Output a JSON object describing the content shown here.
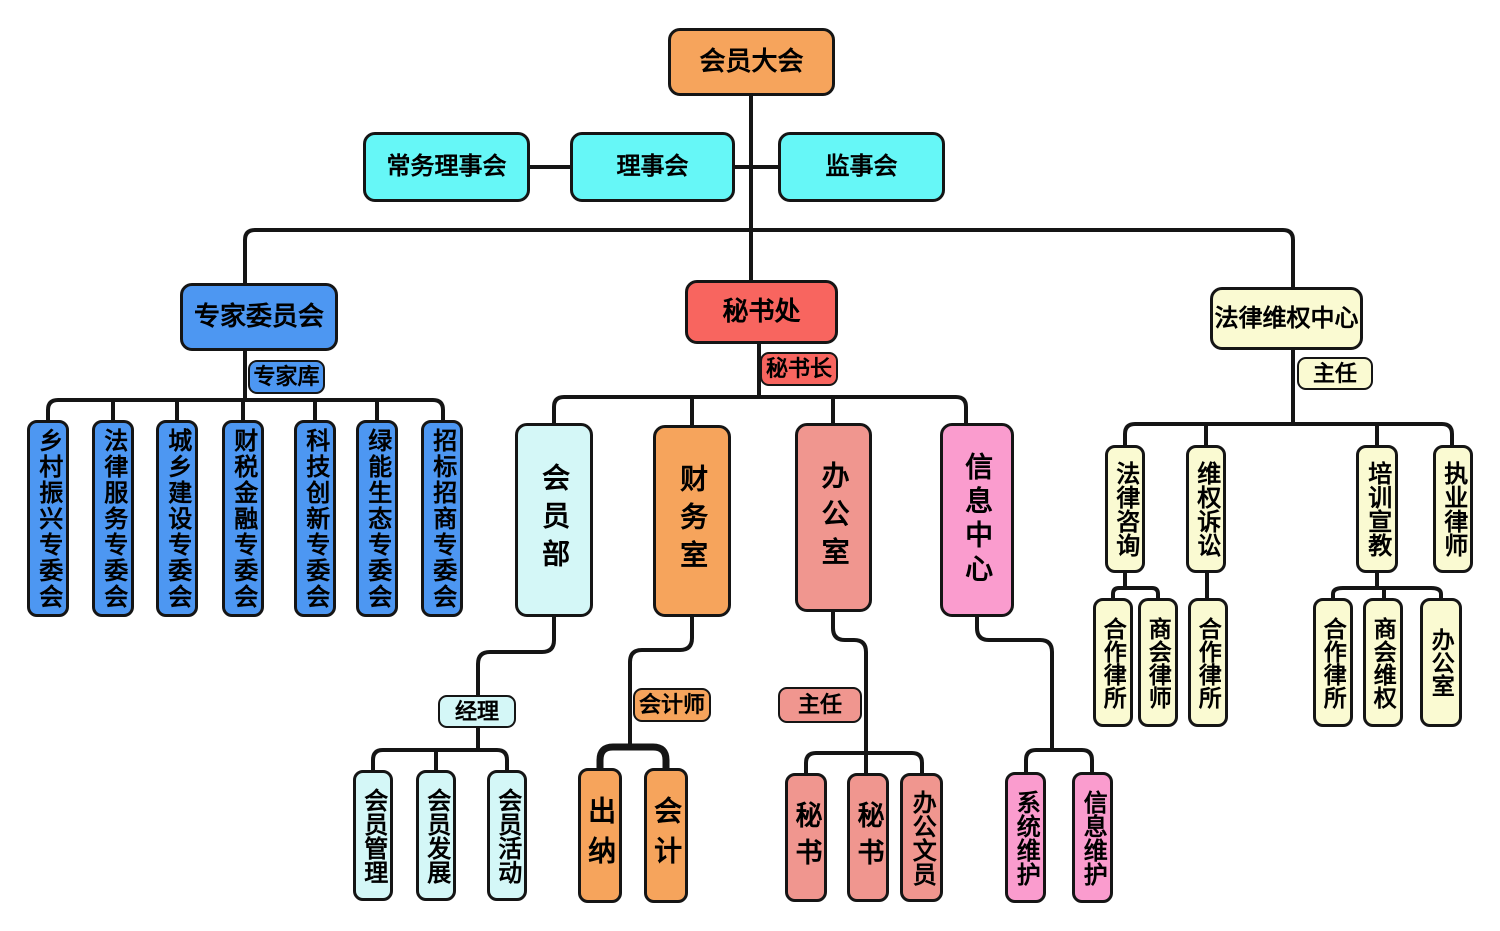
{
  "colors": {
    "orange": "#F6A45C",
    "cyan": "#66F7F7",
    "blue": "#4D97F2",
    "red": "#F8655F",
    "yellow": "#FAFAD2",
    "light_cyan": "#D4F7F7",
    "salmon": "#F0968F",
    "pink": "#FA9CCE",
    "line": "#151515"
  },
  "nodes": {
    "assembly": {
      "label": "会员大会"
    },
    "standing_council": {
      "label": "常务理事会"
    },
    "council": {
      "label": "理事会"
    },
    "supervisory_board": {
      "label": "监事会"
    },
    "expert_committee": {
      "label": "专家委员会"
    },
    "expert_pool": {
      "label": "专家库"
    },
    "committees": [
      "乡村振兴专委会",
      "法律服务专委会",
      "城乡建设专委会",
      "财税金融专委会",
      "科技创新专委会",
      "绿能生态专委会",
      "招标招商专委会"
    ],
    "secretariat": {
      "label": "秘书处"
    },
    "secretary_general": {
      "label": "秘书长"
    },
    "membership_dept": {
      "label": "会员部"
    },
    "manager": {
      "label": "经理"
    },
    "membership_children": [
      "会员管理",
      "会员发展",
      "会员活动"
    ],
    "finance_office": {
      "label": "财务室"
    },
    "accountant": {
      "label": "会计师"
    },
    "finance_children": [
      "出纳",
      "会计"
    ],
    "admin_office": {
      "label": "办公室"
    },
    "admin_director": {
      "label": "主任"
    },
    "admin_children": [
      "秘书",
      "秘书",
      "办公文员"
    ],
    "info_center": {
      "label": "信息中心"
    },
    "info_children": [
      "系统维护",
      "信息维护"
    ],
    "legal_center": {
      "label": "法律维权中心"
    },
    "legal_director": {
      "label": "主任"
    },
    "legal_children": [
      "法律咨询",
      "维权诉讼",
      "培训宣教",
      "执业律师"
    ],
    "legal_consult_children": [
      "合作律所",
      "商会律师"
    ],
    "litigation_children": [
      "合作律所"
    ],
    "training_children": [
      "合作律所",
      "商会维权",
      "办公室"
    ]
  }
}
